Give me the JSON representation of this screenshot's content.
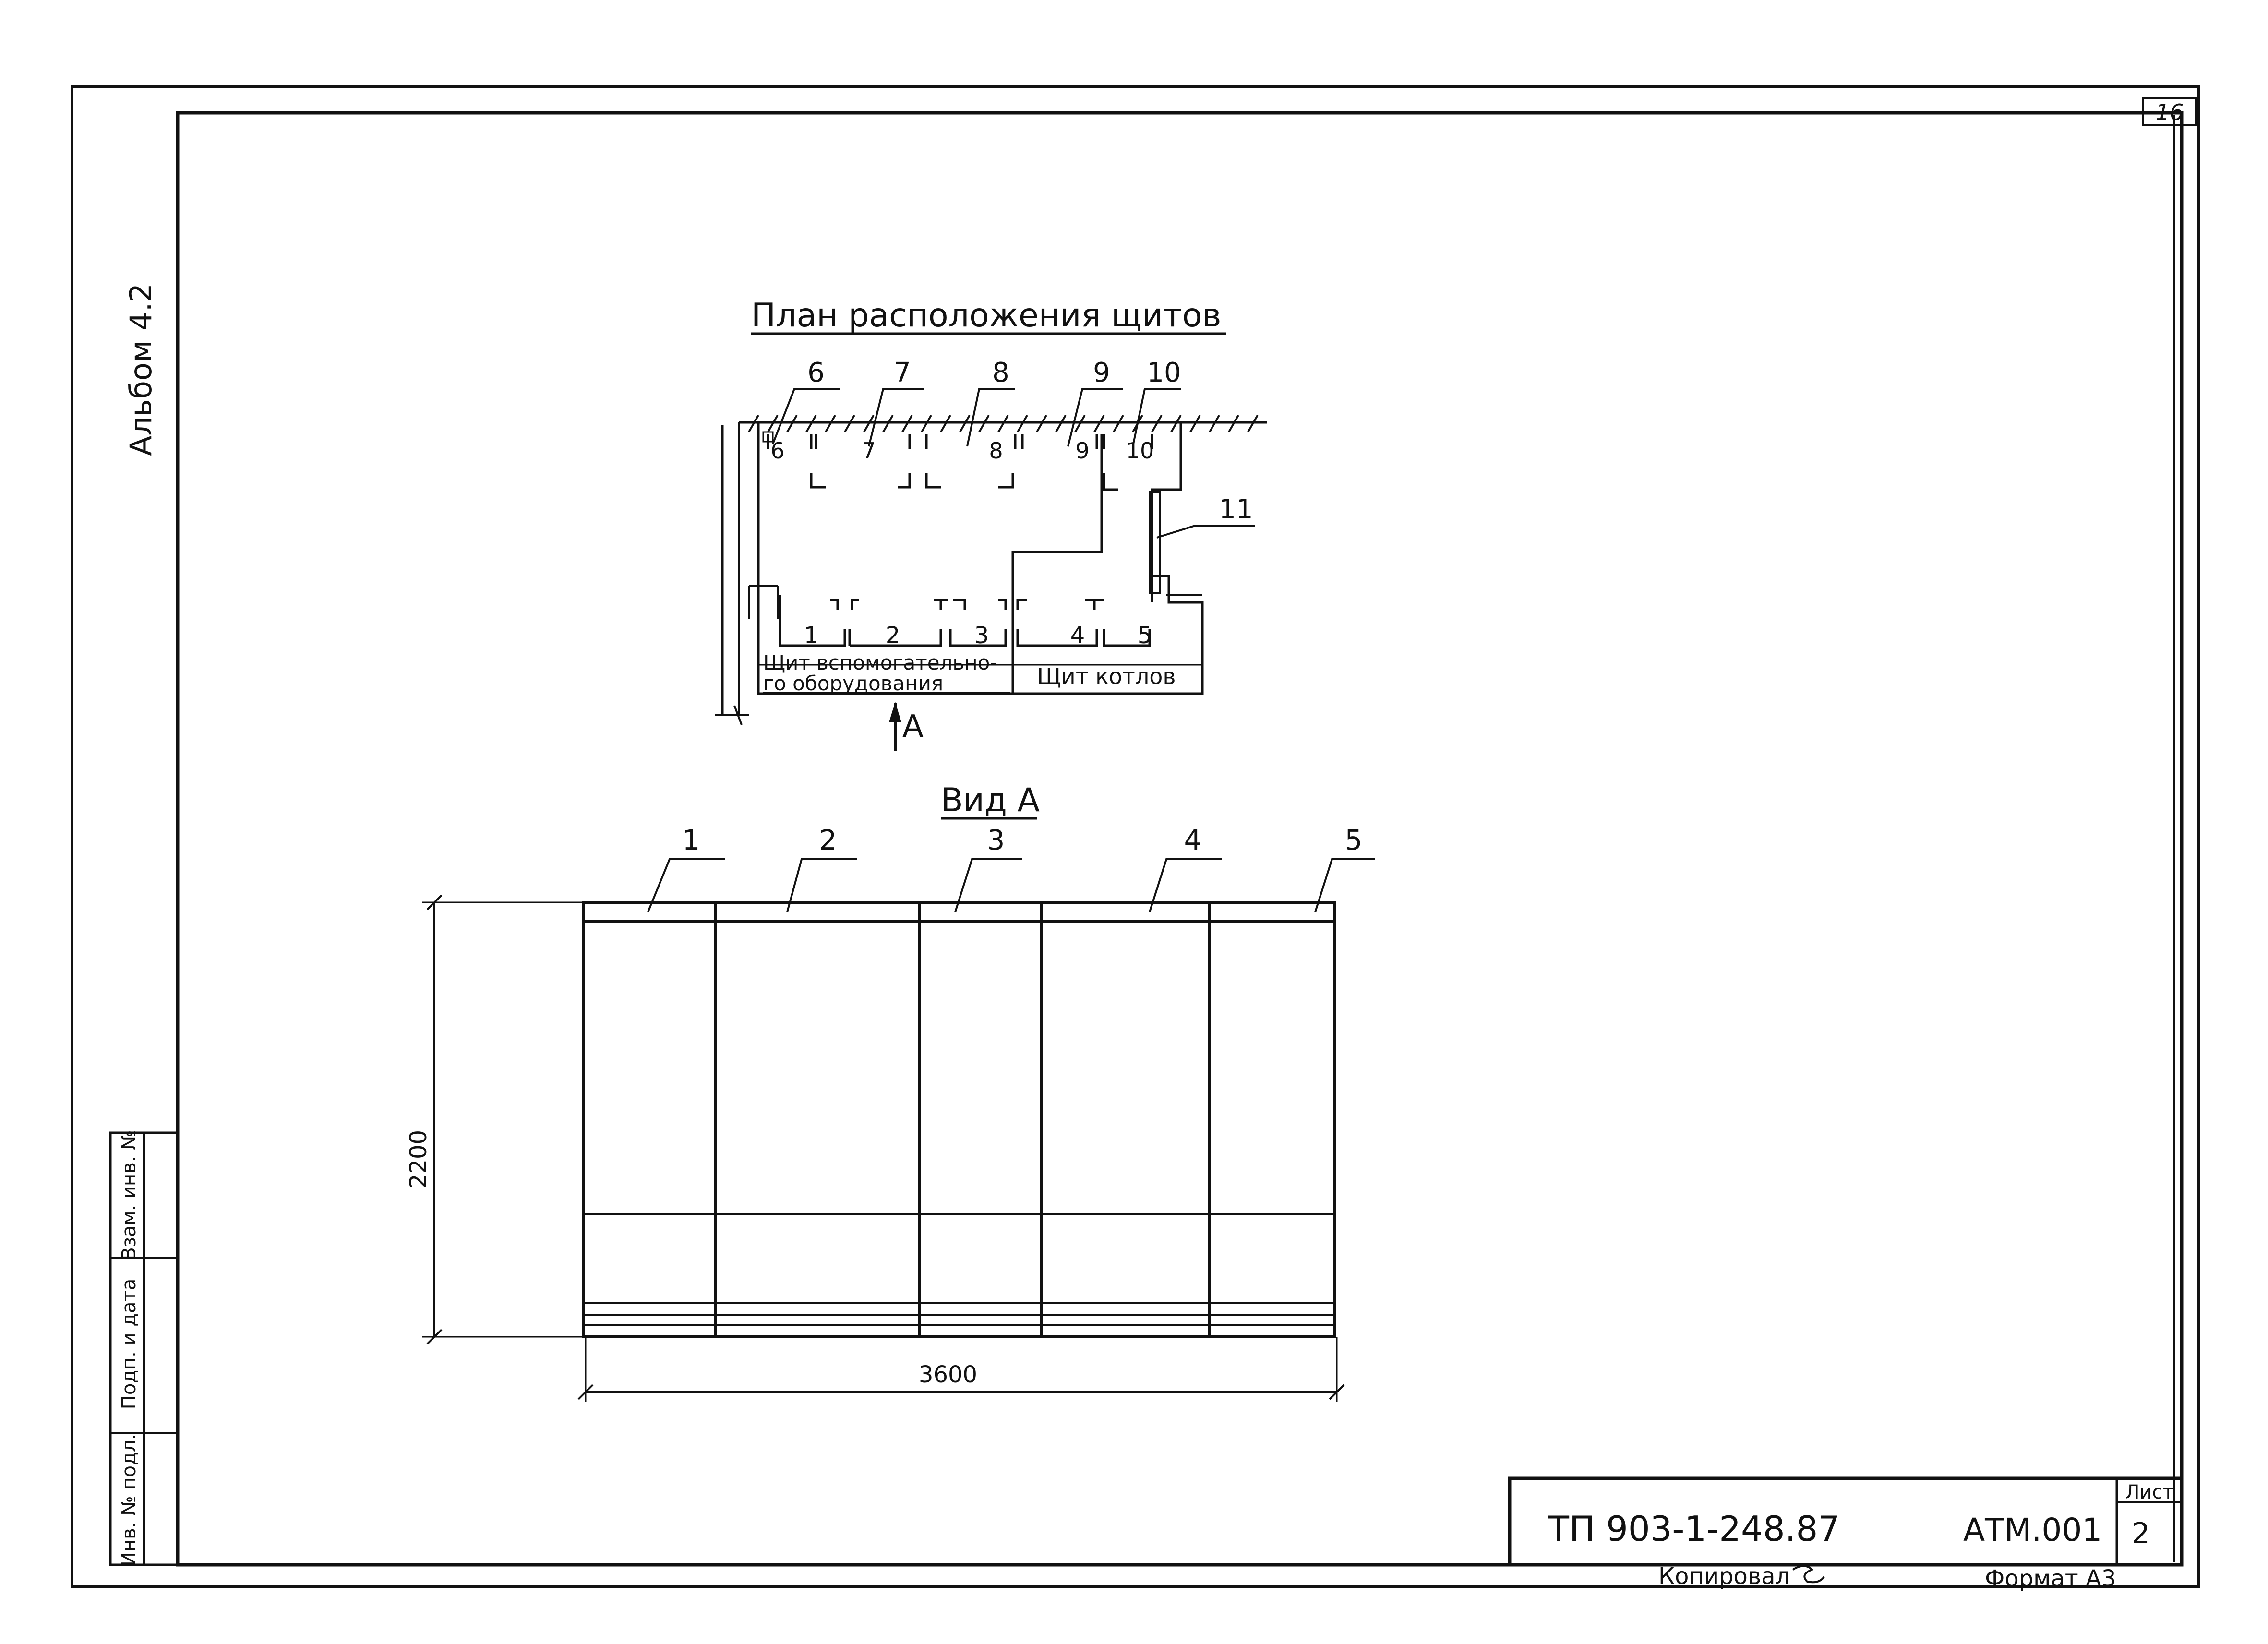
{
  "sheet_number": "16",
  "album": "Альбом 4.2",
  "plan": {
    "title": "План расположения щитов",
    "top_callouts": [
      "6",
      "7",
      "8",
      "9",
      "10"
    ],
    "top_panels": [
      "6",
      "7",
      "8",
      "9",
      "10"
    ],
    "bottom_panels": [
      "1",
      "2",
      "3",
      "4",
      "5"
    ],
    "side_callout": "11",
    "aux_panel_line1": "Щит вспомогательно-",
    "aux_panel_line2": "го оборудования",
    "boiler_panel": "Щит котлов",
    "view_marker": "А"
  },
  "view": {
    "title": "Вид А",
    "callouts": [
      "1",
      "2",
      "3",
      "4",
      "5"
    ],
    "height_dim": "2200",
    "width_dim": "3600"
  },
  "side_stamp": {
    "cells": [
      "Инв. № подл.",
      "Подп. и дата",
      "Взам. инв. №"
    ]
  },
  "title_block": {
    "code": "ТП 903-1-248.87",
    "mark": "АТМ.001",
    "sheet_label": "Лист",
    "sheet_value": "2"
  },
  "footer": {
    "copied": "Копировал",
    "format": "Формат А3"
  }
}
